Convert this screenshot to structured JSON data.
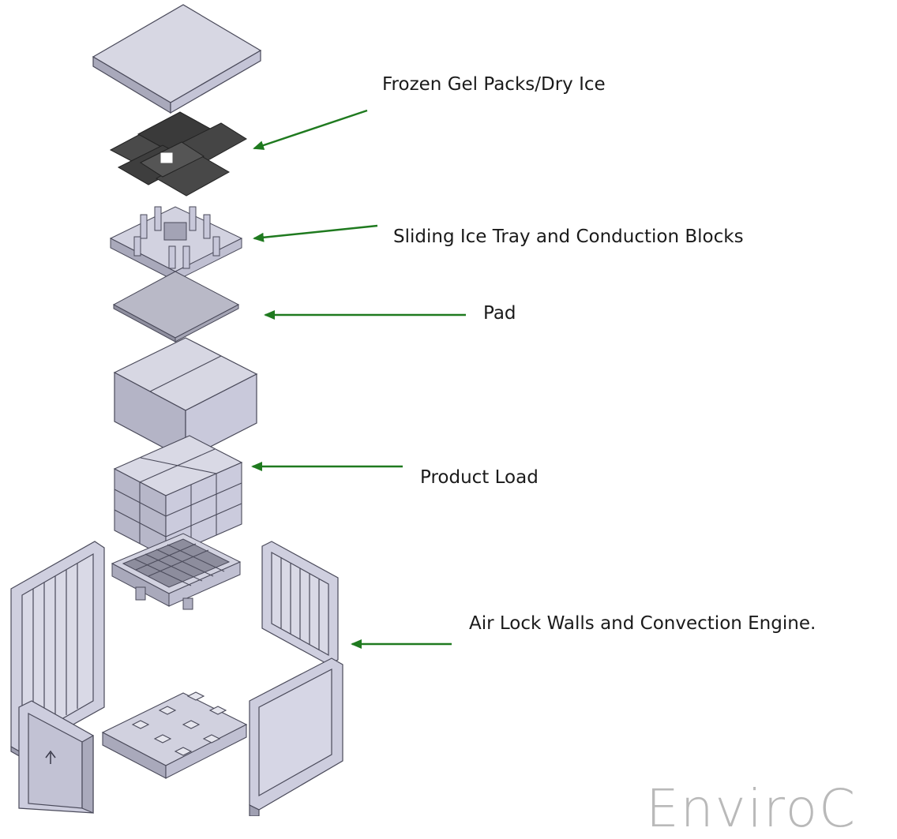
{
  "labels": {
    "frozen_gel": "Frozen Gel Packs/Dry Ice",
    "ice_tray": "Sliding Ice Tray and Conduction Blocks",
    "pad": "Pad",
    "product_load": "Product Load",
    "air_lock": "Air Lock Walls and Convection Engine."
  },
  "brand": "EnviroC",
  "colors": {
    "arrow": "#1f7a1f",
    "part_face": "#d5d5e2",
    "part_dark": "#a0a0b4",
    "part_edge": "#4a4a5a",
    "ice_pack": "#3c3c3c"
  },
  "icons": [
    "up-arrow-icon"
  ]
}
